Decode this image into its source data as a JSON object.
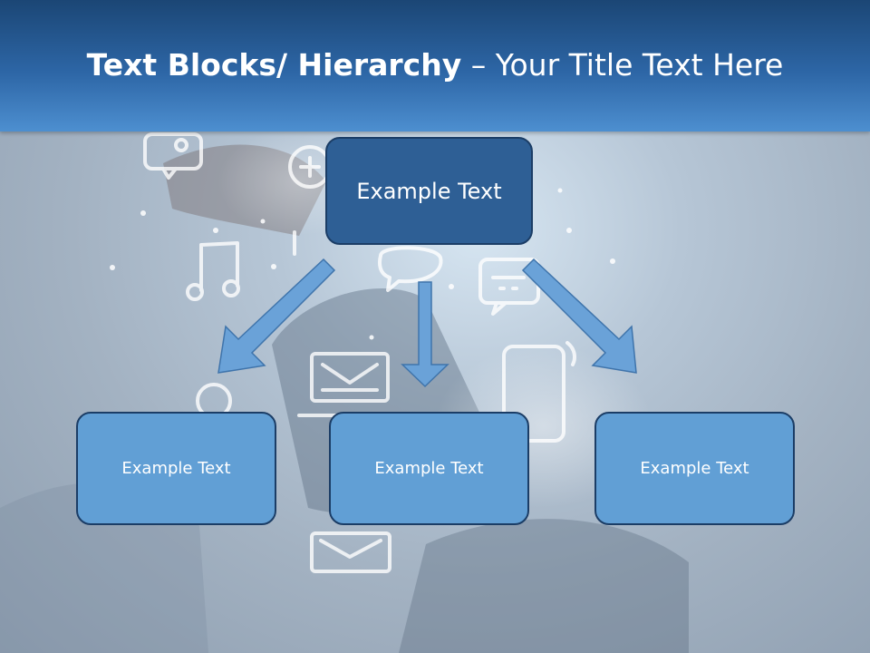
{
  "title": {
    "bold": "Text Blocks/ Hierarchy",
    "rest": " – Your Title Text Here"
  },
  "nodes": {
    "top": "Example Text",
    "left": "Example Text",
    "middle": "Example Text",
    "right": "Example Text"
  },
  "colors": {
    "header": "#2d66a6",
    "top_box": "#2e5f95",
    "child_box": "#619fd5",
    "arrow": "#6aa2d8",
    "border": "#1b3d66"
  }
}
